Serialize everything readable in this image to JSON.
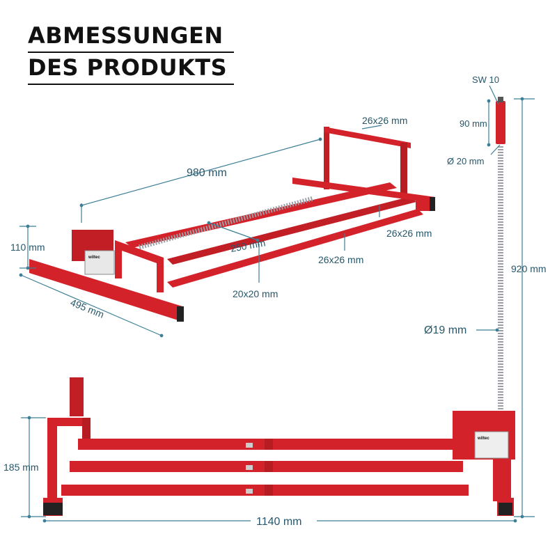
{
  "header": {
    "title_line1": "ABMESSUNGEN",
    "title_line2": "DES PRODUKTS"
  },
  "brand": {
    "label": "wiltec"
  },
  "colors": {
    "frame_red": "#d3222a",
    "frame_shadow": "#a7161d",
    "dimension_line": "#3d7f96",
    "dimension_text": "#26576a",
    "end_cap": "#222222"
  },
  "dimensions": {
    "length_top": "980 mm",
    "tube_top": "26x26 mm",
    "tube_right": "26x26 mm",
    "tube_center": "26x26 mm",
    "height_side": "110 mm",
    "spindle_length": "250 mm",
    "tube_small": "20x20 mm",
    "width": "495 mm",
    "wrench": "SW 10",
    "handle_length": "90 mm",
    "handle_diameter": "Ø 20 mm",
    "spindle_diameter": "Ø19 mm",
    "spindle_height": "920 mm",
    "height_front": "185 mm",
    "length_front": "1140 mm"
  }
}
